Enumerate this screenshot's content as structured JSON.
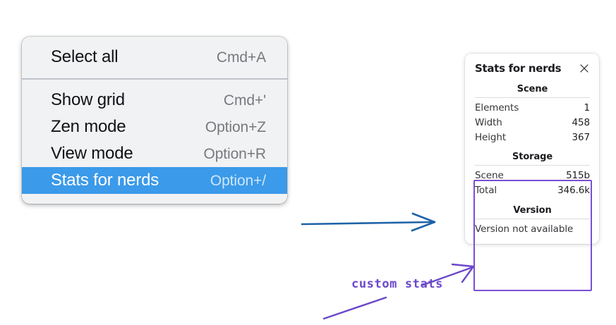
{
  "context_menu": {
    "groups": [
      {
        "items": [
          {
            "label": "Select all",
            "shortcut": "Cmd+A",
            "selected": false
          }
        ]
      },
      {
        "items": [
          {
            "label": "Show grid",
            "shortcut": "Cmd+'",
            "selected": false
          },
          {
            "label": "Zen mode",
            "shortcut": "Option+Z",
            "selected": false
          },
          {
            "label": "View mode",
            "shortcut": "Option+R",
            "selected": false
          },
          {
            "label": "Stats for nerds",
            "shortcut": "Option+/",
            "selected": true
          }
        ]
      }
    ],
    "selected_color": "#3b9ae9",
    "background_color": "#f1f2f4"
  },
  "stats_panel": {
    "title": "Stats for nerds",
    "close_icon": "close-icon",
    "sections": [
      {
        "name": "scene",
        "title": "Scene",
        "rows": [
          {
            "label": "Elements",
            "value": "1"
          },
          {
            "label": "Width",
            "value": "458"
          },
          {
            "label": "Height",
            "value": "367"
          }
        ]
      },
      {
        "name": "storage",
        "title": "Storage",
        "rows": [
          {
            "label": "Scene",
            "value": "515b"
          },
          {
            "label": "Total",
            "value": "346.6k"
          }
        ]
      },
      {
        "name": "version",
        "title": "Version",
        "free_text": "Version not available"
      }
    ],
    "highlight_color": "#7a4fd4"
  },
  "annotations": {
    "blue_arrow": {
      "name": "blue-arrow",
      "color": "#1f63a8"
    },
    "purple_arrow": {
      "name": "purple-arrow",
      "color": "#6a48c9"
    },
    "purple_underline": {
      "name": "purple-underline-stroke",
      "color": "#6a48c9"
    },
    "caption": "custom stats"
  }
}
